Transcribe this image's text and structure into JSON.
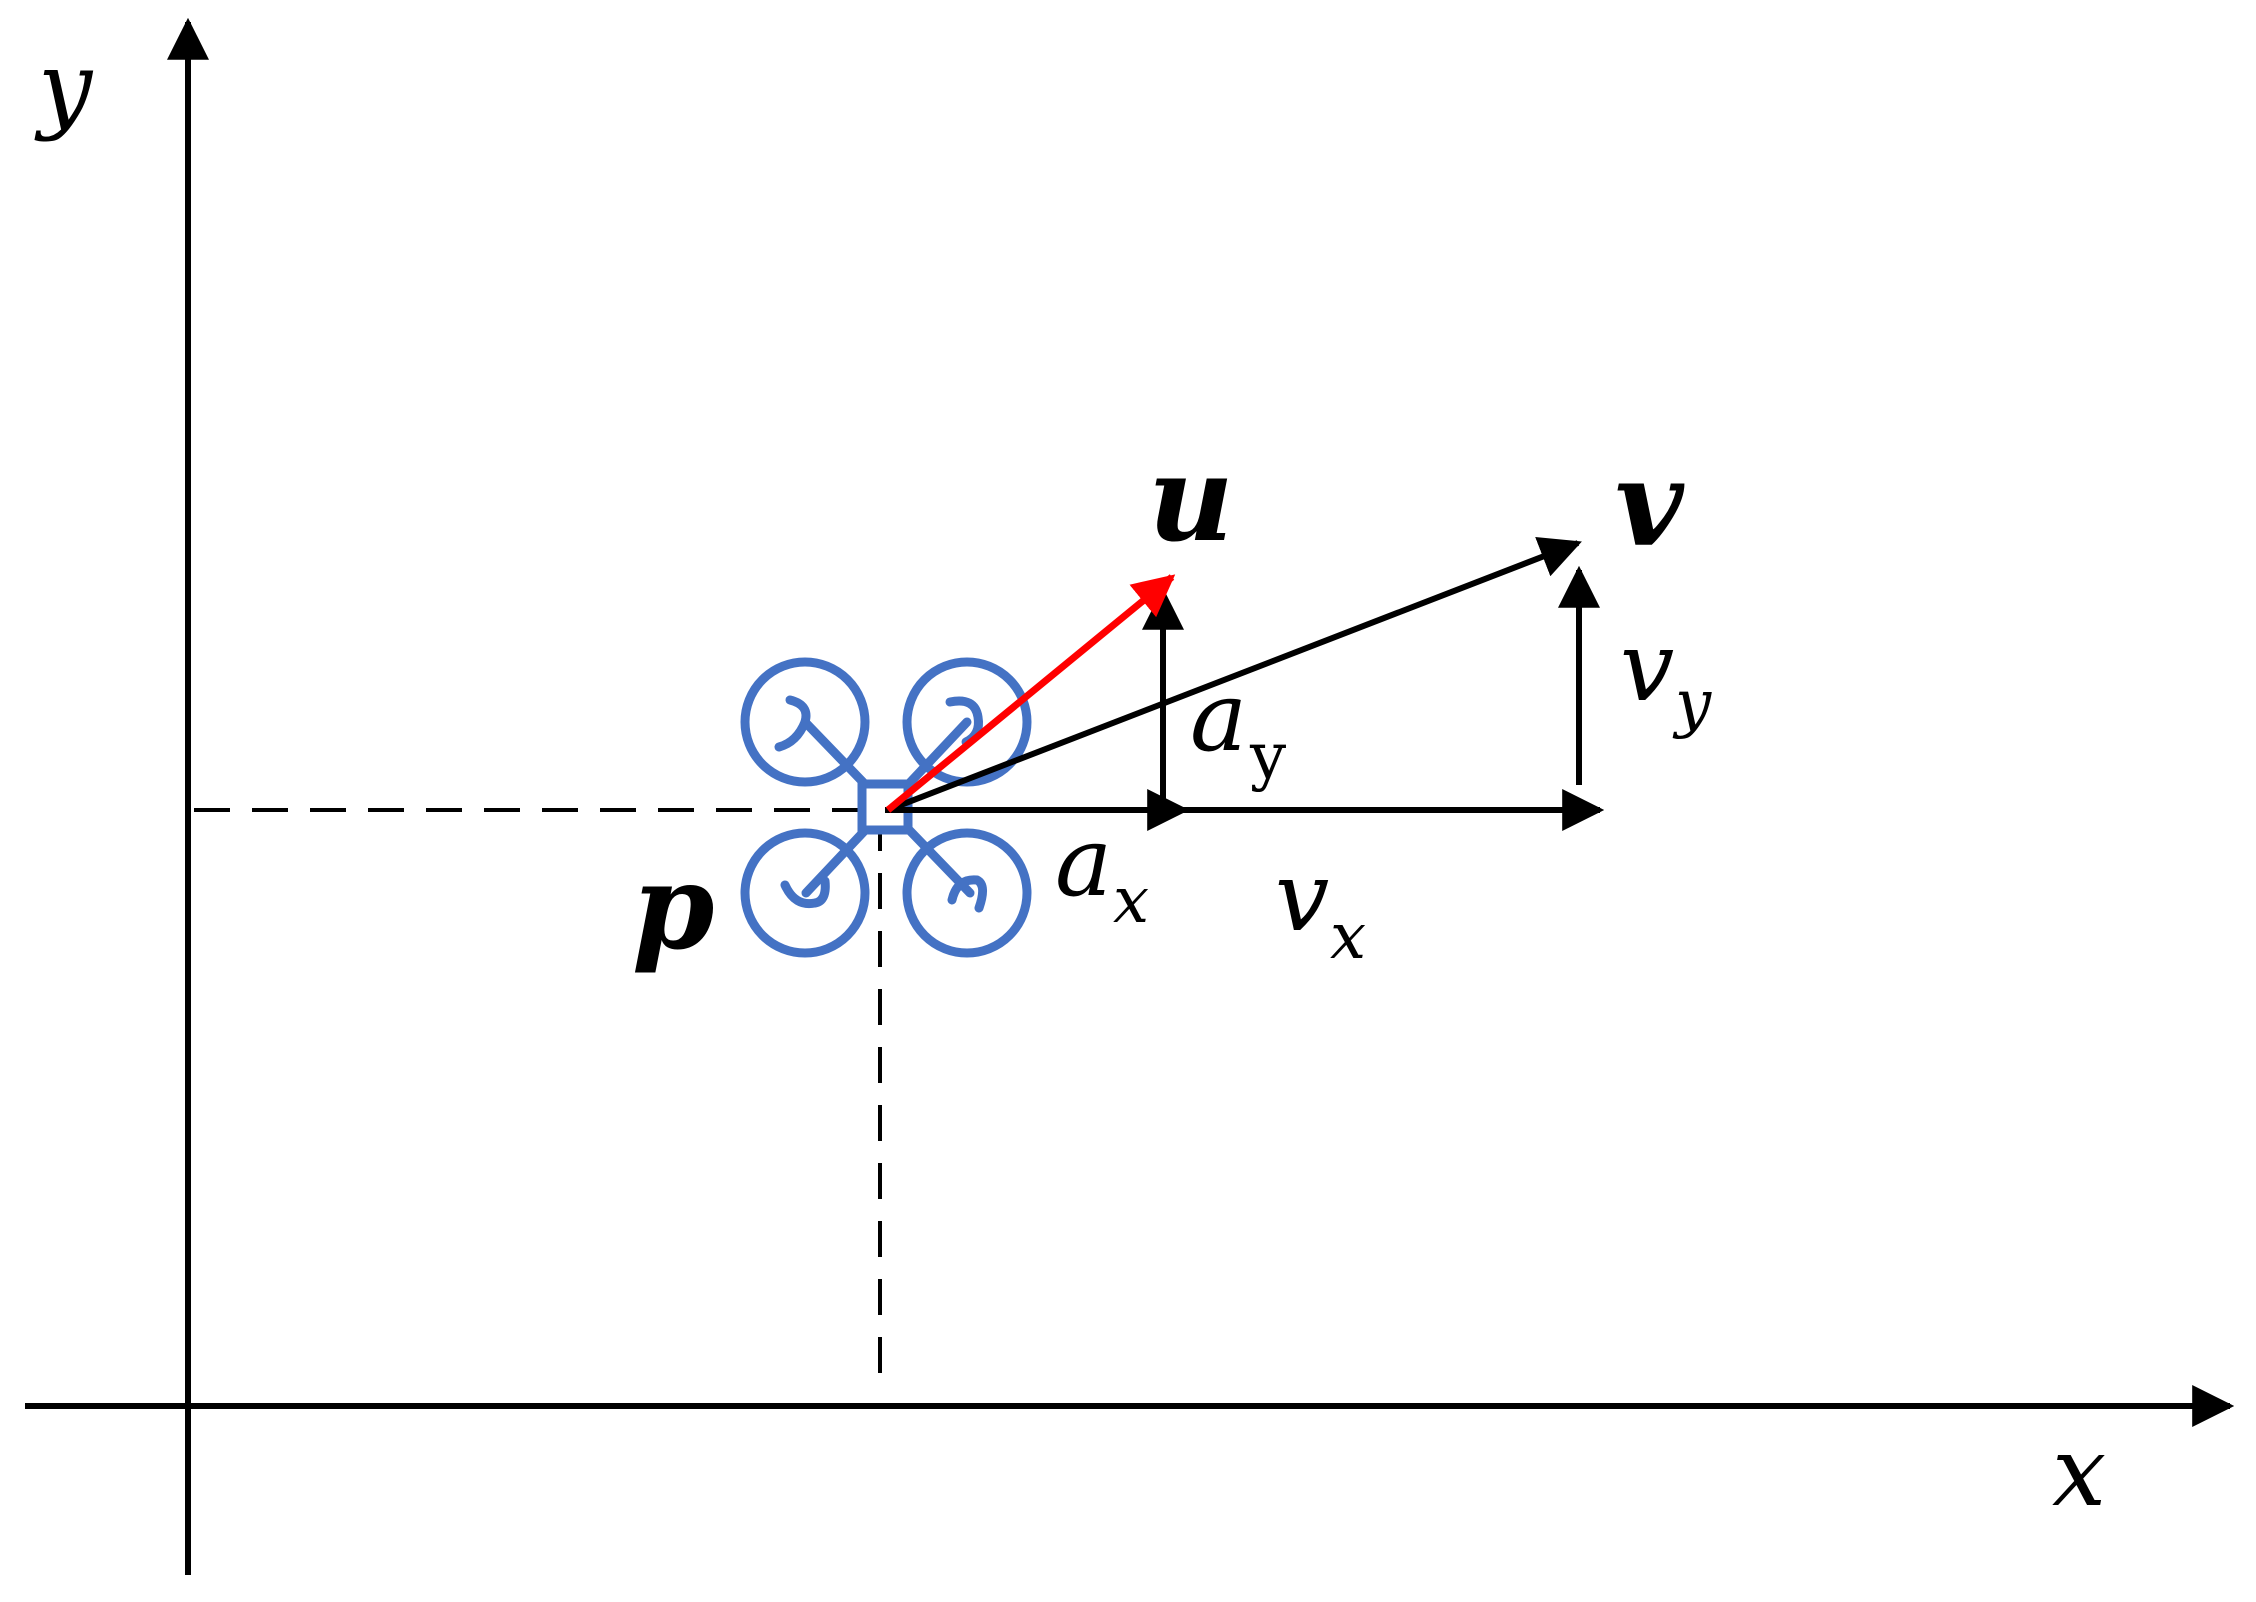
{
  "labels": {
    "axis_x": "x",
    "axis_y": "y",
    "position": "p",
    "control": "u",
    "velocity": "v",
    "a_x_base": "a",
    "a_x_sub": "x",
    "a_y_base": "a",
    "a_y_sub": "y",
    "v_x_base": "v",
    "v_x_sub": "x",
    "v_y_base": "v",
    "v_y_sub": "y"
  },
  "colors": {
    "axis": "#000000",
    "vector_v": "#000000",
    "vector_u": "#ff0000",
    "drone": "#4472c4",
    "guide_dashed": "#000000"
  },
  "icons": {
    "drone": "quadrotor-icon"
  }
}
